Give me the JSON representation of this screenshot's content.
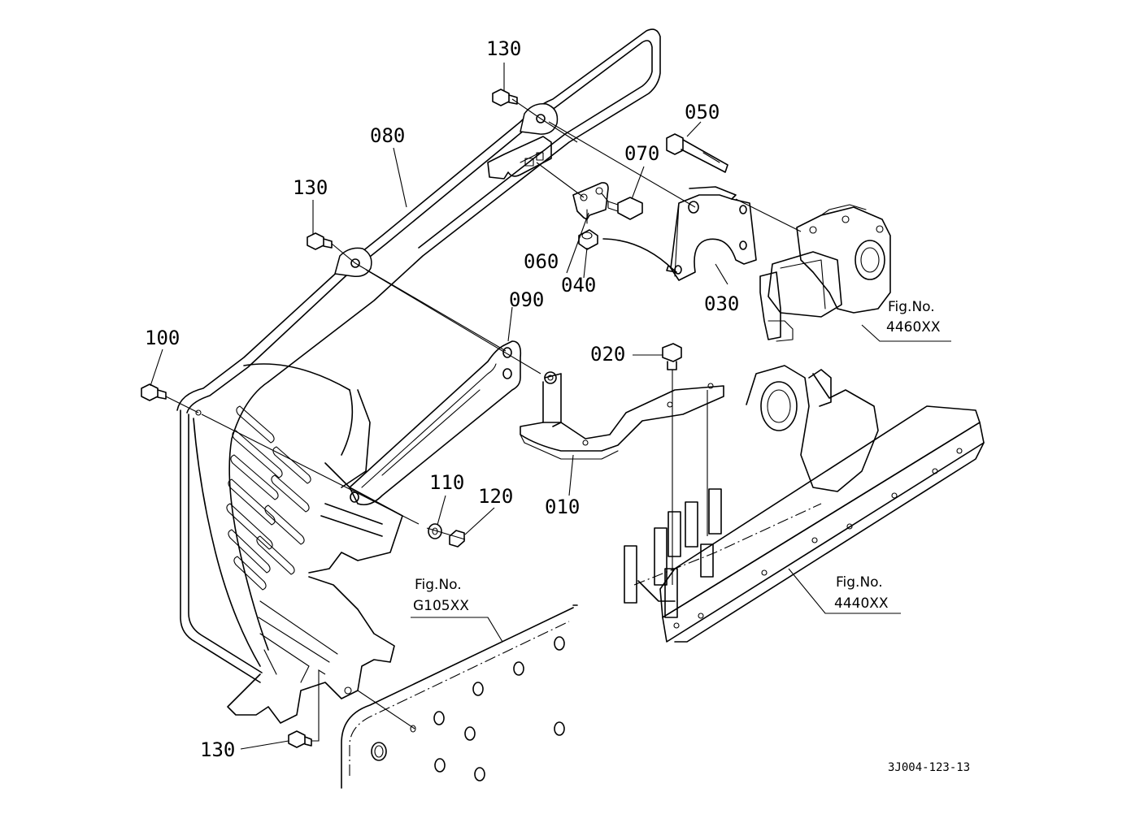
{
  "diagram_code": "3J004-123-13",
  "parts": [
    {
      "id": "p130a",
      "label": "130"
    },
    {
      "id": "p130b",
      "label": "130"
    },
    {
      "id": "p130c",
      "label": "130"
    },
    {
      "id": "p080",
      "label": "080"
    },
    {
      "id": "p100",
      "label": "100"
    },
    {
      "id": "p090",
      "label": "090"
    },
    {
      "id": "p110",
      "label": "110"
    },
    {
      "id": "p120",
      "label": "120"
    },
    {
      "id": "p060",
      "label": "060"
    },
    {
      "id": "p040",
      "label": "040"
    },
    {
      "id": "p070",
      "label": "070"
    },
    {
      "id": "p050",
      "label": "050"
    },
    {
      "id": "p030",
      "label": "030"
    },
    {
      "id": "p020",
      "label": "020"
    },
    {
      "id": "p010",
      "label": "010"
    }
  ],
  "figure_refs": [
    {
      "id": "fig4460",
      "line1": "Fig.No.",
      "line2": "4460XX"
    },
    {
      "id": "figG105",
      "line1": "Fig.No.",
      "line2": "G105XX"
    },
    {
      "id": "fig4440",
      "line1": "Fig.No.",
      "line2": "4440XX"
    }
  ]
}
